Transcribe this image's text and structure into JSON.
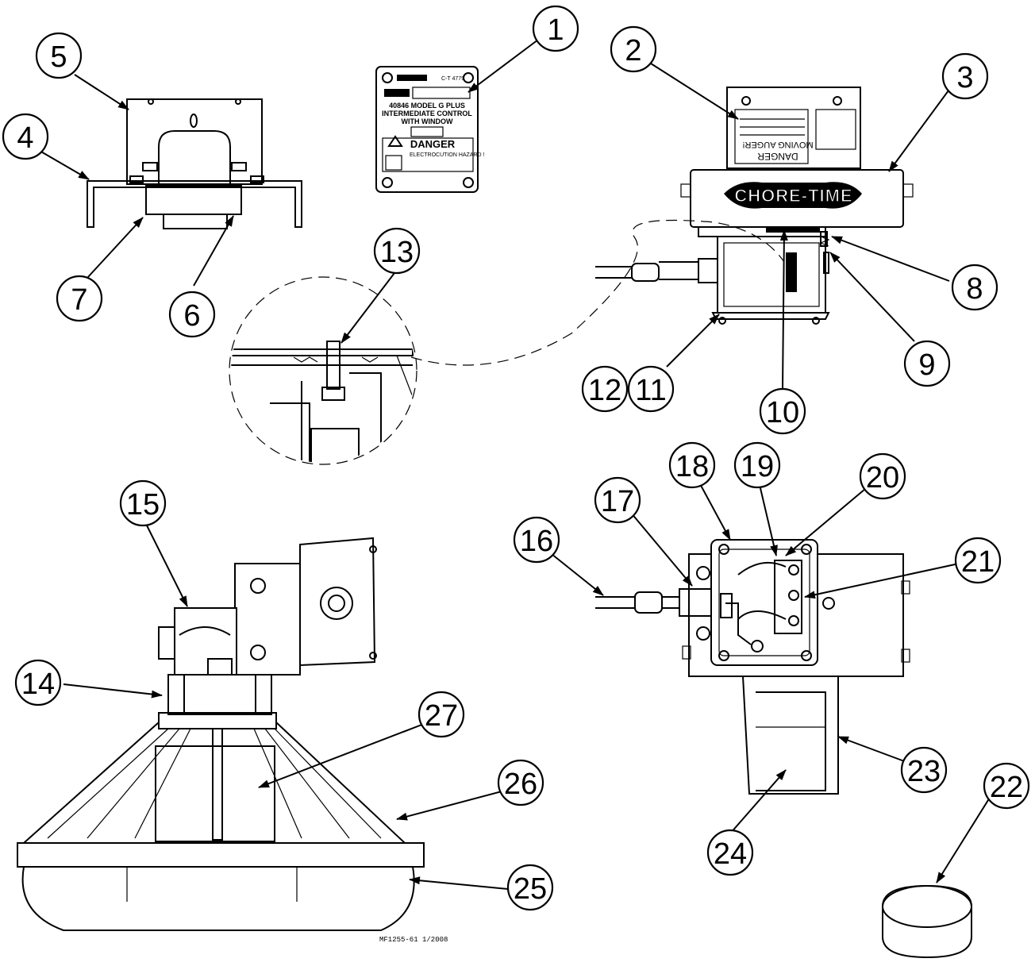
{
  "diagram": {
    "drawing_number": "MF1255-61 1/2008",
    "brand_label": "CHORE-TIME",
    "label_plate": {
      "code": "C-T 4779",
      "model": "40846 MODEL G PLUS",
      "line2": "INTERMEDIATE CONTROL",
      "line3": "WITH WINDOW",
      "danger": "DANGER",
      "hazard": "ELECTROCUTION HAZARD !"
    },
    "danger_decal": {
      "title": "DANGER",
      "subtitle": "MOVING AUGER!"
    },
    "callouts": [
      "1",
      "2",
      "3",
      "4",
      "5",
      "6",
      "7",
      "8",
      "9",
      "10",
      "11",
      "12",
      "13",
      "14",
      "15",
      "16",
      "17",
      "18",
      "19",
      "20",
      "21",
      "22",
      "23",
      "24",
      "25",
      "26",
      "27"
    ]
  }
}
